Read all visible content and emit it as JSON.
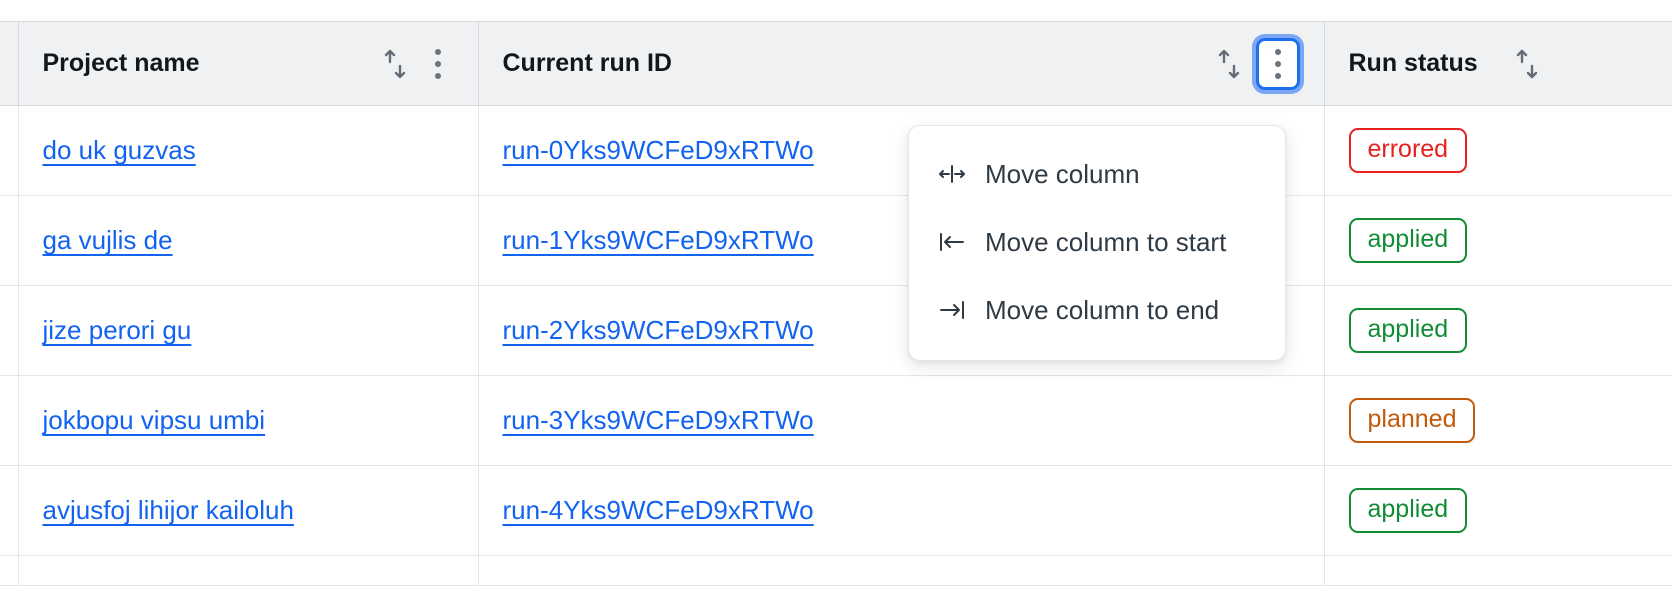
{
  "table": {
    "columns": [
      {
        "key": "select",
        "label": "",
        "sortable": false,
        "has_menu": false
      },
      {
        "key": "project",
        "label": "Project name",
        "sortable": true,
        "has_menu": true,
        "menu_focused": false
      },
      {
        "key": "run",
        "label": "Current run ID",
        "sortable": true,
        "has_menu": true,
        "menu_focused": true
      },
      {
        "key": "status",
        "label": "Run status",
        "sortable": true,
        "has_menu": false,
        "menu_focused": false
      }
    ],
    "rows": [
      {
        "project": "do uk guzvas",
        "run": "run-0Yks9WCFeD9xRTWo",
        "status": "errored",
        "status_kind": "errored"
      },
      {
        "project": "ga vujlis de",
        "run": "run-1Yks9WCFeD9xRTWo",
        "status": "applied",
        "status_kind": "applied"
      },
      {
        "project": "jize perori gu",
        "run": "run-2Yks9WCFeD9xRTWo",
        "status": "applied",
        "status_kind": "applied"
      },
      {
        "project": "jokbopu vipsu umbi",
        "run": "run-3Yks9WCFeD9xRTWo",
        "status": "planned",
        "status_kind": "planned"
      },
      {
        "project": "avjusfoj lihijor kailoluh",
        "run": "run-4Yks9WCFeD9xRTWo",
        "status": "applied",
        "status_kind": "applied"
      }
    ]
  },
  "column_menu": {
    "open_for_column": "Current run ID",
    "items": [
      {
        "label": "Move column",
        "icon": "move-column-icon"
      },
      {
        "label": "Move column to start",
        "icon": "move-to-start-icon"
      },
      {
        "label": "Move column to end",
        "icon": "move-to-end-icon"
      }
    ]
  },
  "icons": {
    "sort": "sort-arrows-icon",
    "kebab": "kebab-menu-icon"
  },
  "colors": {
    "link": "#1263f0",
    "focus_ring": "#1f6feb",
    "header_bg": "#eff1f3",
    "errored": "#e5221f",
    "applied": "#118c35",
    "planned": "#c2590b"
  }
}
